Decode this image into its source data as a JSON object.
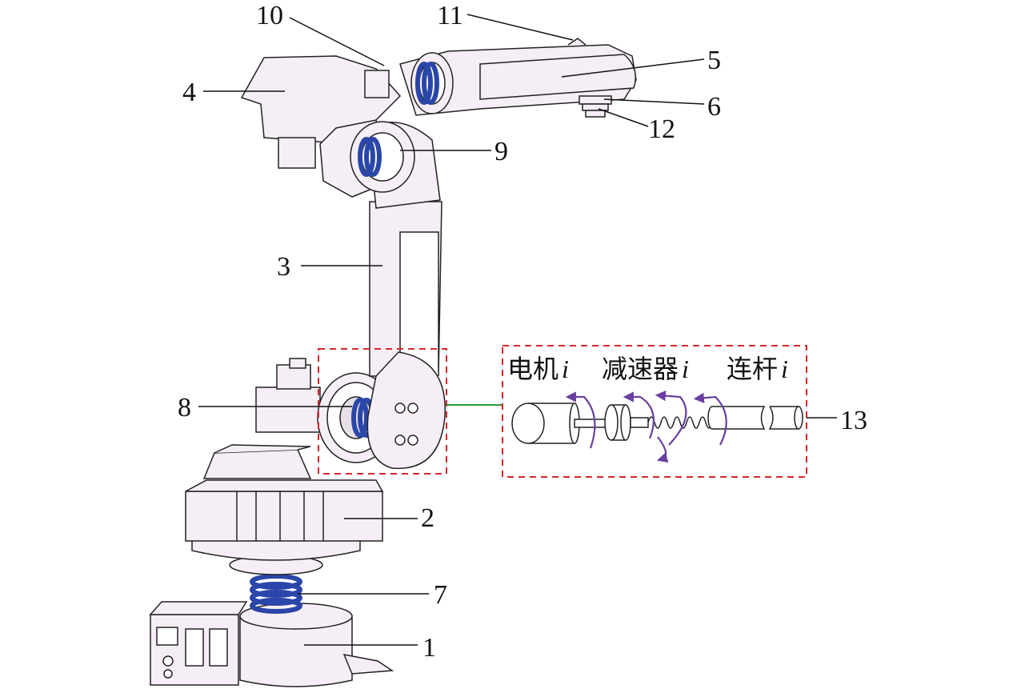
{
  "labels": {
    "l1": "1",
    "l2": "2",
    "l3": "3",
    "l4": "4",
    "l5": "5",
    "l6": "6",
    "l7": "7",
    "l8": "8",
    "l9": "9",
    "l10": "10",
    "l11": "11",
    "l12": "12",
    "l13": "13"
  },
  "inset": {
    "motor": "电机",
    "reducer": "减速器",
    "link": "连杆",
    "index": "i"
  },
  "colors": {
    "body_fill": "#f6eef6",
    "outline": "#222222",
    "spring_blue": "#2a46a8",
    "dash_red": "#d9262b",
    "connector_green": "#2e9b3a",
    "arrow_purple": "#6a3fa0"
  }
}
